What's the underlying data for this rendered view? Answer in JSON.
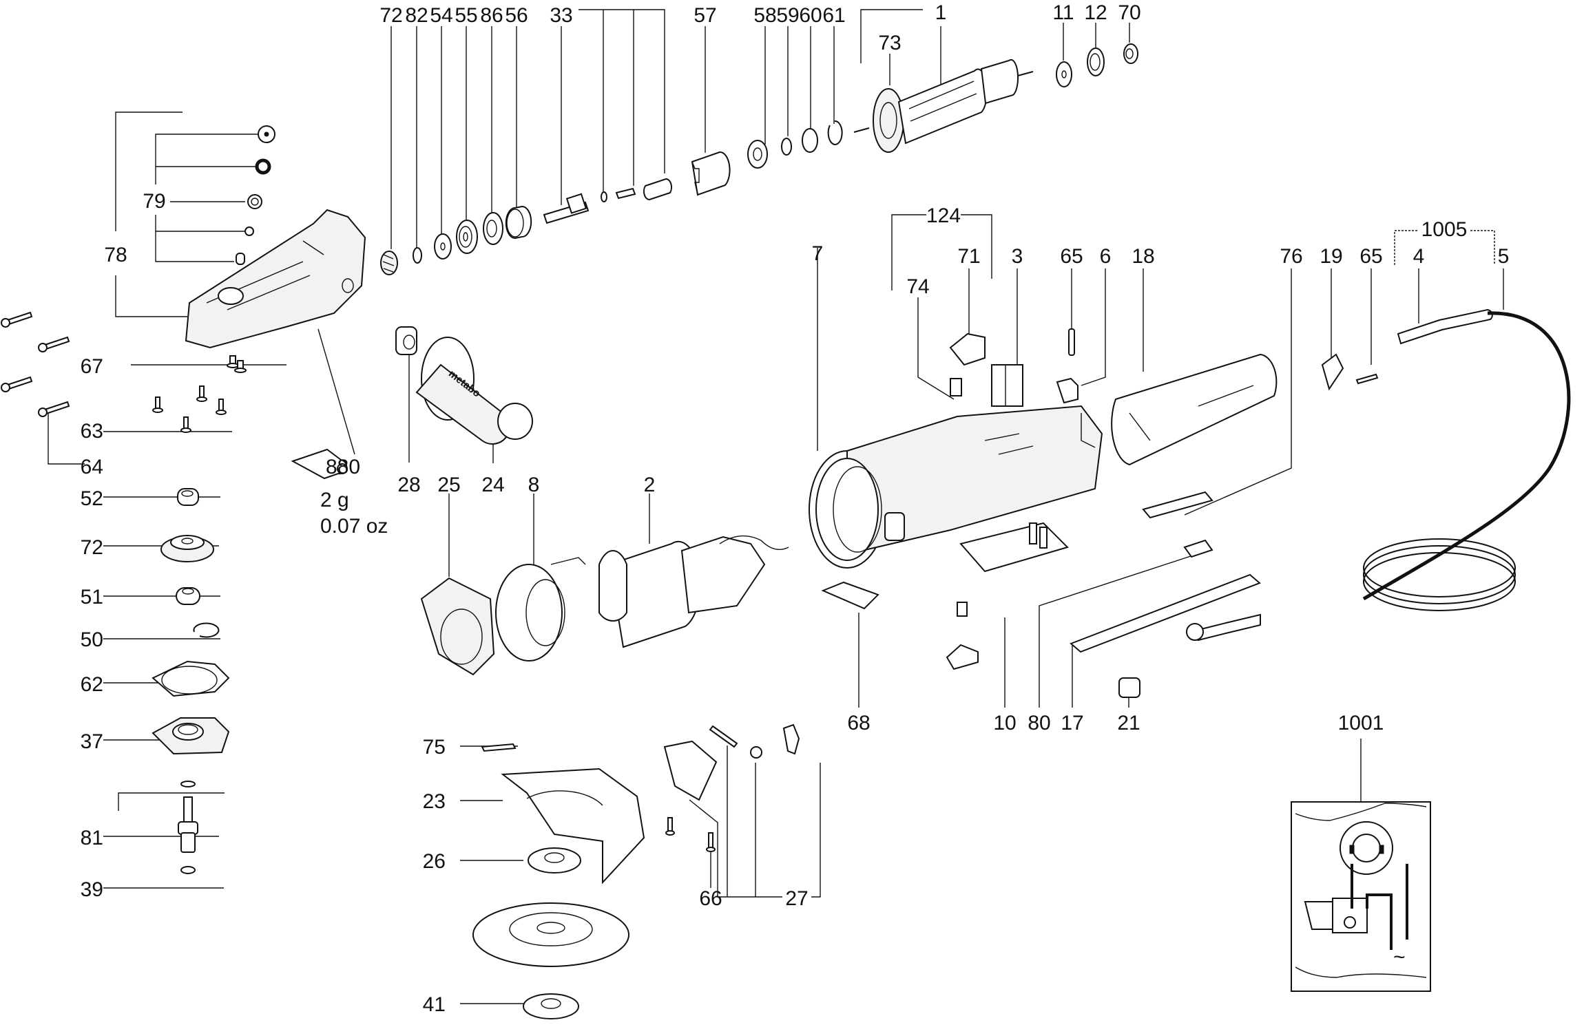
{
  "diagram": {
    "kind": "exploded parts view",
    "brand_mark": "metabo",
    "callouts": {
      "c72a": "72",
      "c82": "82",
      "c54": "54",
      "c55": "55",
      "c86": "86",
      "c56": "56",
      "c33": "33",
      "c57": "57",
      "c58": "58",
      "c59": "59",
      "c60": "60",
      "c61": "61",
      "c1": "1",
      "c73": "73",
      "c11": "11",
      "c12": "12",
      "c70": "70",
      "c78": "78",
      "c79": "79",
      "c67": "67",
      "c63": "63",
      "c64": "64",
      "c52": "52",
      "c72b": "72",
      "c51": "51",
      "c50": "50",
      "c62": "62",
      "c37": "37",
      "c81": "81",
      "c39": "39",
      "c880": "880",
      "c28": "28",
      "c25": "25",
      "c24": "24",
      "c8": "8",
      "c2": "2",
      "c7": "7",
      "c124": "124",
      "c74": "74",
      "c71": "71",
      "c3": "3",
      "c65a": "65",
      "c6": "6",
      "c18": "18",
      "c76": "76",
      "c19": "19",
      "c65b": "65",
      "c1005": "1005",
      "c4": "4",
      "c5": "5",
      "c68": "68",
      "c10": "10",
      "c80": "80",
      "c17": "17",
      "c21": "21",
      "c75": "75",
      "c23": "23",
      "c26": "26",
      "c41": "41",
      "c66": "66",
      "c27": "27",
      "c1001": "1001"
    },
    "grease_note": {
      "weight_g": "2 g",
      "weight_oz": "0.07 oz"
    },
    "wiring_symbol": "~"
  }
}
